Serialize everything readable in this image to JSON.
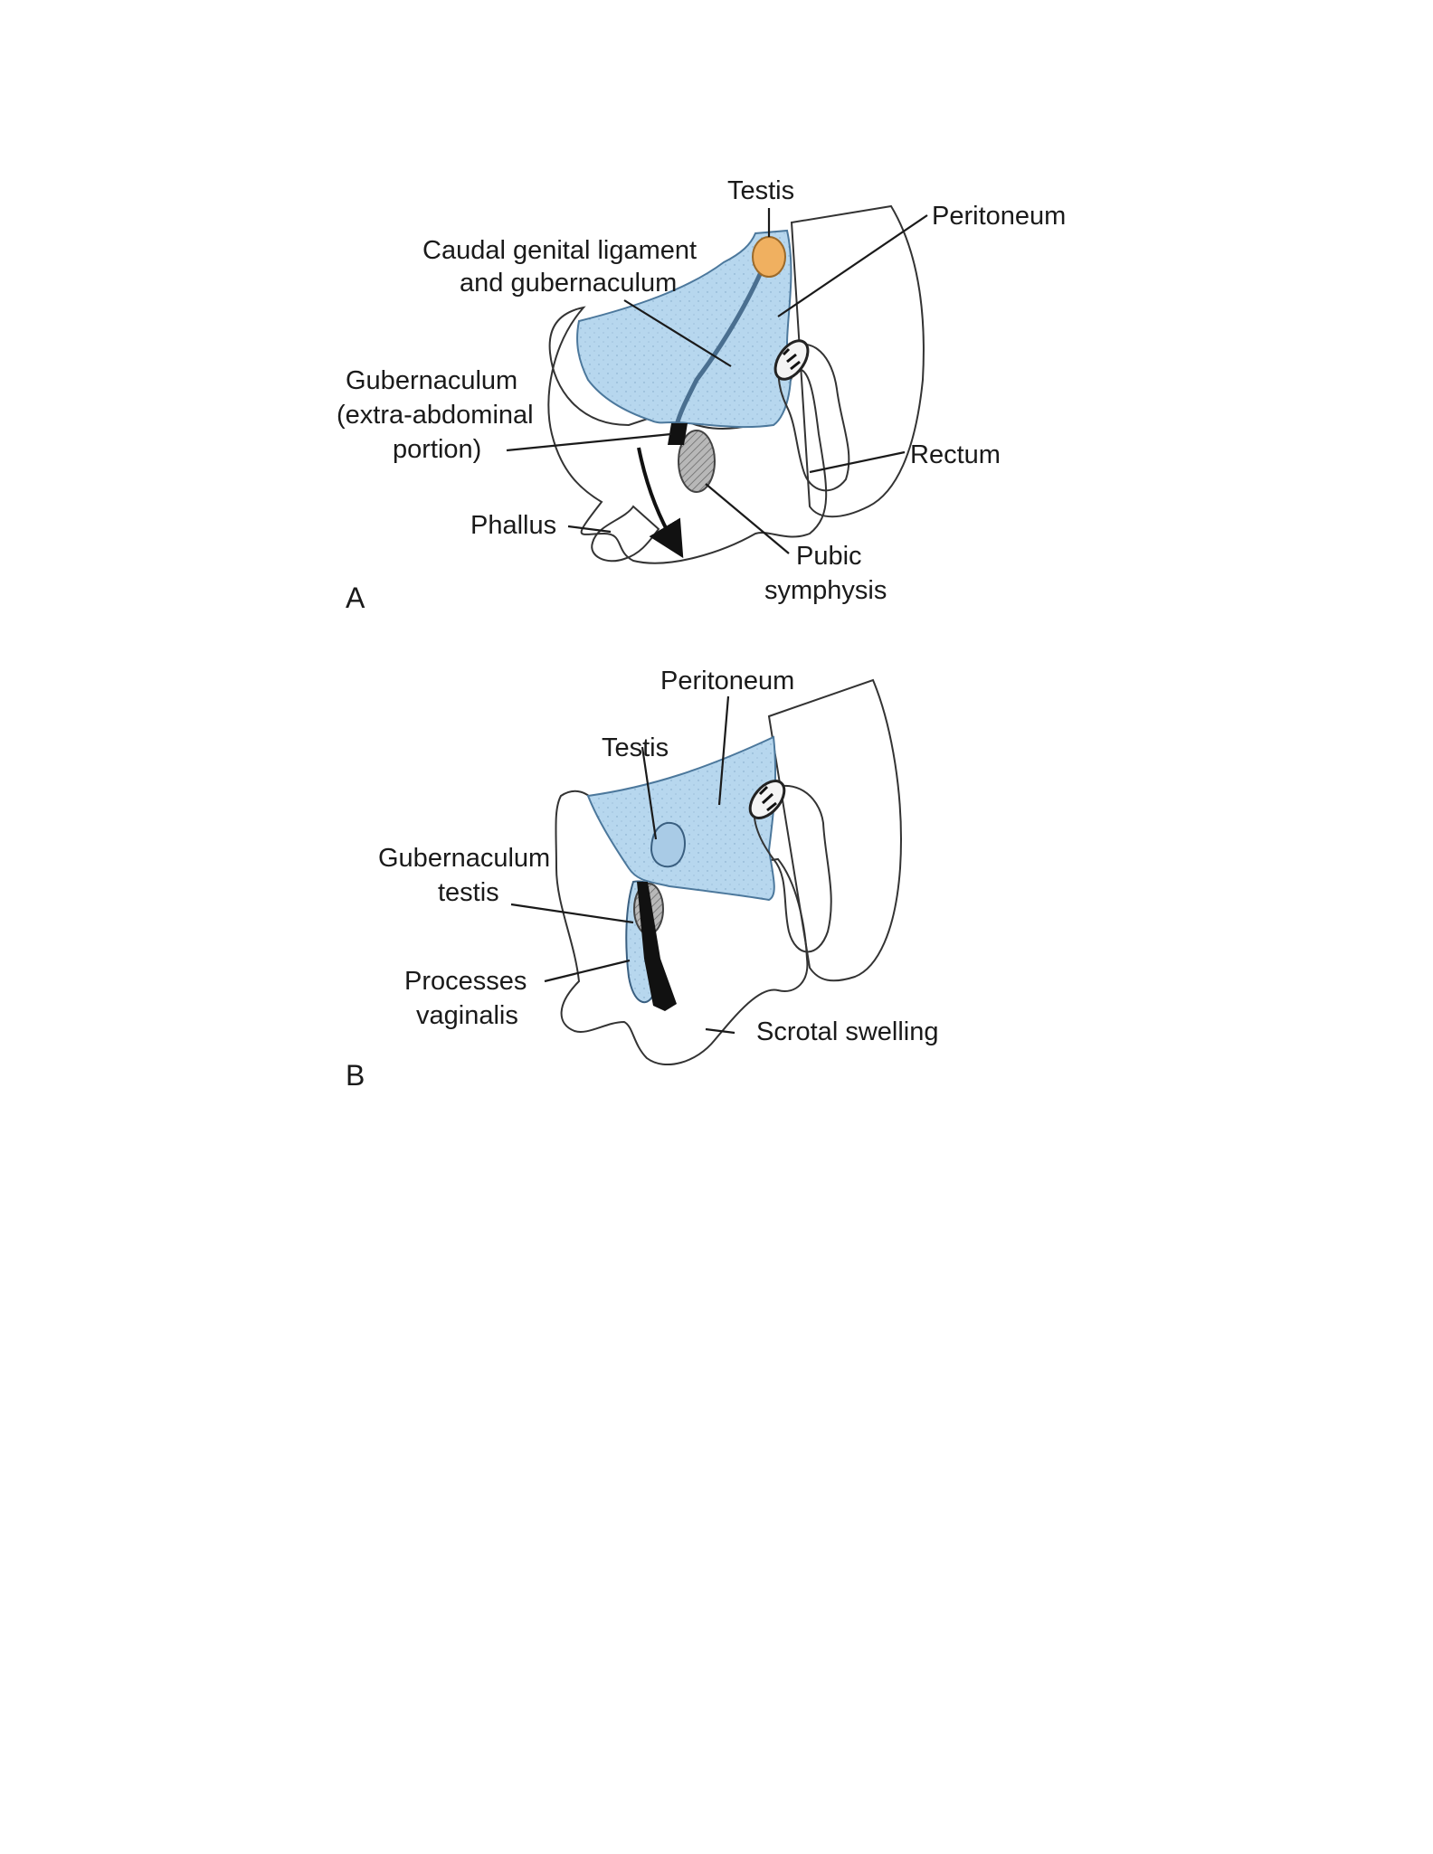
{
  "colors": {
    "peritoneum": "#b7d7ee",
    "peritoneum_dark": "#5b86a8",
    "testis_a": "#f0b060",
    "tissue": "#fbfbfb",
    "pubic": "#b8b8b8",
    "ink": "#1a1a1a"
  },
  "panel_a": {
    "letter": "A",
    "testis": "Testis",
    "peritoneum": "Peritoneum",
    "caudal_line1": "Caudal genital ligament",
    "caudal_line2": "and gubernaculum",
    "guber_line1": "Gubernaculum",
    "guber_line2": "(extra-abdominal",
    "guber_line3": "portion)",
    "rectum": "Rectum",
    "phallus": "Phallus",
    "pubic_line1": "Pubic",
    "pubic_line2": "symphysis"
  },
  "panel_b": {
    "letter": "B",
    "peritoneum": "Peritoneum",
    "testis": "Testis",
    "guber_line1": "Gubernaculum",
    "guber_line2": "testis",
    "processes_line1": "Processes",
    "processes_line2": "vaginalis",
    "scrotal": "Scrotal swelling"
  }
}
